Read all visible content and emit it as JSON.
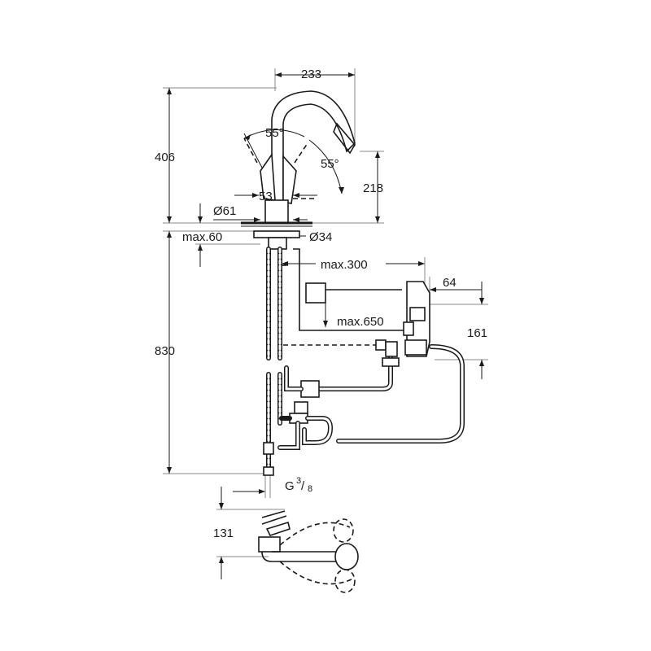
{
  "diagram": {
    "dimensions": {
      "spout_reach": "233",
      "total_height": "406",
      "angle_left": "55°",
      "angle_right": "55°",
      "outlet_height": "218",
      "lever_width": "53",
      "base_diameter": "Ø61",
      "shank_diameter": "Ø34",
      "max_counter": "max.60",
      "max_hose_distance": "max.300",
      "control_box_depth": "64",
      "max_cable": "max.650",
      "control_box_height": "161",
      "hose_length": "830",
      "connection_thread": "G",
      "thread_num": "3",
      "thread_den": "8",
      "pull_out_height": "131"
    }
  }
}
